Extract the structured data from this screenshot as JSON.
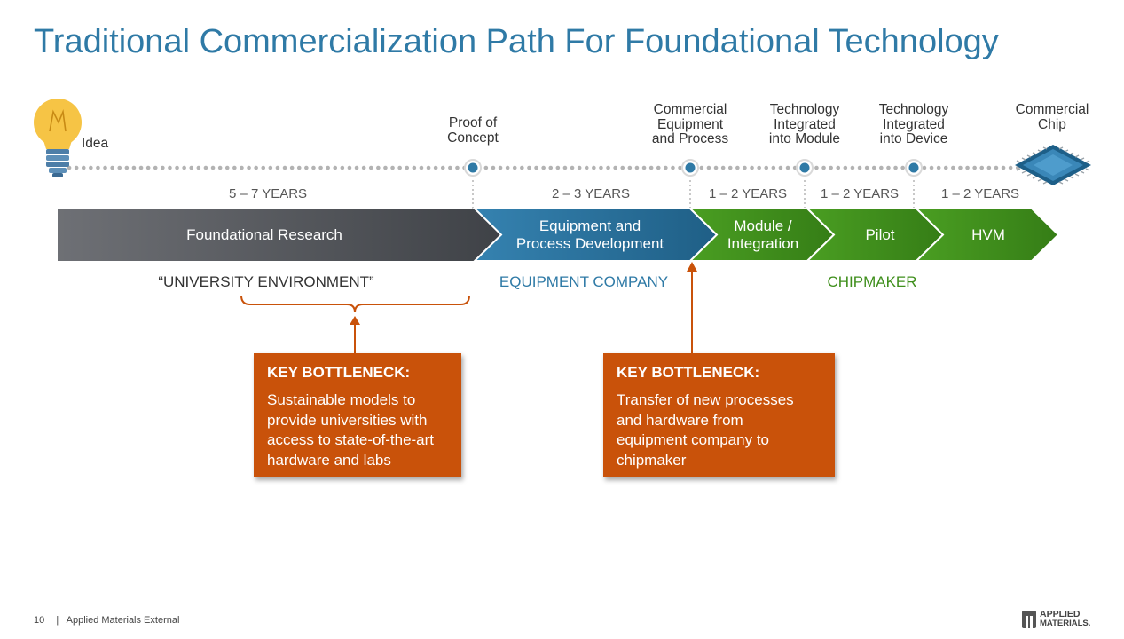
{
  "title": "Traditional Commercialization Path For Foundational Technology",
  "milestones": [
    {
      "label": "Idea"
    },
    {
      "label": "Proof of\nConcept"
    },
    {
      "label": "Commercial\nEquipment\nand Process"
    },
    {
      "label": "Technology\nIntegrated\ninto Module"
    },
    {
      "label": "Technology\nIntegrated\ninto Device"
    },
    {
      "label": "Commercial\nChip"
    }
  ],
  "durations": [
    "5 – 7 YEARS",
    "2 – 3 YEARS",
    "1 – 2 YEARS",
    "1 – 2 YEARS",
    "1 – 2 YEARS"
  ],
  "stages": [
    {
      "label": "Foundational Research",
      "color": "#5d6066"
    },
    {
      "label": "Equipment and\nProcess Development",
      "color": "#2a6d96"
    },
    {
      "label": "Module /\nIntegration",
      "color": "#3f8f1c"
    },
    {
      "label": "Pilot",
      "color": "#3f8f1c"
    },
    {
      "label": "HVM",
      "color": "#3f8f1c"
    }
  ],
  "environments": [
    {
      "label": "“UNIVERSITY ENVIRONMENT”",
      "color": "#333333"
    },
    {
      "label": "EQUIPMENT COMPANY",
      "color": "#2f7aa6"
    },
    {
      "label": "CHIPMAKER",
      "color": "#3f8f1c"
    }
  ],
  "bottlenecks": [
    {
      "heading": "KEY BOTTLENECK:",
      "body": "Sustainable models to provide universities with access to state-of-the-art hardware and labs"
    },
    {
      "heading": "KEY BOTTLENECK:",
      "body": "Transfer of new processes and hardware from equipment company to chipmaker"
    }
  ],
  "colors": {
    "accent": "#2f7aa6",
    "bottleneck": "#c9520a",
    "timeline_dot": "#2f7aa6"
  },
  "icons": {
    "start": "lightbulb-icon",
    "end": "chip-icon"
  },
  "footer": {
    "page": "10",
    "text": "Applied Materials External"
  },
  "logo": {
    "line1": "APPLIED",
    "line2": "MATERIALS."
  }
}
